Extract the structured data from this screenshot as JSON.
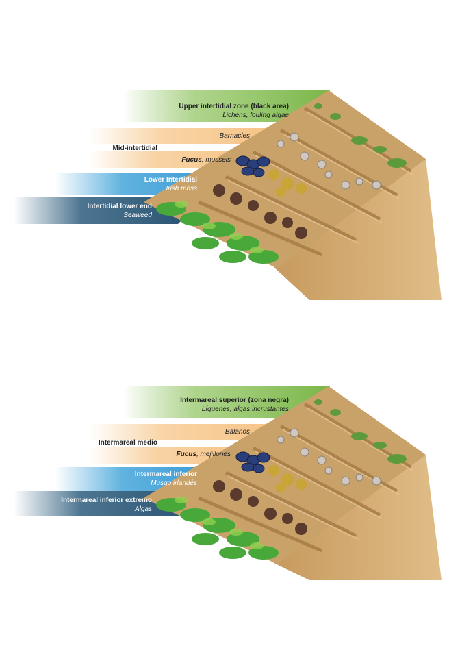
{
  "panels": [
    {
      "upper": {
        "title": "Upper intertidial zone (black area)",
        "sub": "Lichens, fouling algae"
      },
      "barnacles": "Barnacles",
      "mid": "Mid-intertidial",
      "fucus_bold": "Fucus",
      "fucus_rest": ", mussels",
      "lower": {
        "title": "Lower Intertidial",
        "sub": "Irish moss"
      },
      "lowest": {
        "title": "Intertidial lower end",
        "sub": "Seaweed"
      }
    },
    {
      "upper": {
        "title": "Intermareal superior (zona negra)",
        "sub": "Líquenes, algas incrustantes"
      },
      "barnacles": "Balanos",
      "mid": "Intermareal medio",
      "fucus_bold": "Fucus",
      "fucus_rest": ", mejillones",
      "lower": {
        "title": "Intermareal inferior",
        "sub": "Musgo irlandés"
      },
      "lowest": {
        "title": "Intermareal inferior extremo",
        "sub": "Algas"
      }
    }
  ],
  "colors": {
    "upper_band": "#7ab648",
    "barnacle_band": "#f7c98f",
    "fucus_band": "#f7c98f",
    "lower_band": "#3aa0d8",
    "lowest_band": "#2d5d7e",
    "soil": "#c9a26a",
    "soil_dark": "#a97e48",
    "soil_side": "#d8b27c"
  }
}
